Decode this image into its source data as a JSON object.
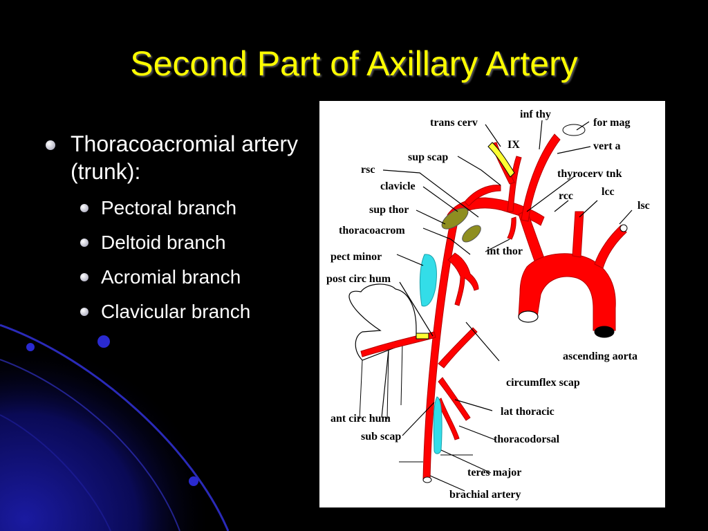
{
  "slide": {
    "title": "Second Part of Axillary Artery",
    "bullet": "Thoracoacromial artery (trunk):",
    "sub_bullets": [
      "Pectoral branch",
      "Deltoid branch",
      "Acromial branch",
      "Clavicular branch"
    ]
  },
  "figure": {
    "labels": {
      "trans_cerv": "trans cerv",
      "inf_thy": "inf thy",
      "for_mag": "for mag",
      "ix": "IX",
      "vert_a": "vert a",
      "sup_scap": "sup scap",
      "rsc": "rsc",
      "thyrocerv_tnk": "thyrocerv tnk",
      "clavicle": "clavicle",
      "rcc": "rcc",
      "lcc": "lcc",
      "lsc": "lsc",
      "sup_thor": "sup thor",
      "thoracoacrom": "thoracoacrom",
      "int_thor": "int thor",
      "pect_minor": "pect minor",
      "post_circ_hum": "post circ hum",
      "ascending_aorta": "ascending aorta",
      "circumflex_scap": "circumflex scap",
      "lat_thoracic": "lat thoracic",
      "ant_circ_hum": "ant circ hum",
      "sub_scap": "sub scap",
      "thoracodorsal": "thoracodorsal",
      "teres_major": "teres major",
      "brachial_artery": "brachial artery"
    }
  },
  "colors": {
    "title": "#ffff00",
    "artery": "#ff0000",
    "muscle_cyan": "#33dde8",
    "clavicle_olive": "#8e8e20",
    "nerve_yellow": "#ffff33",
    "background": "#000000"
  }
}
